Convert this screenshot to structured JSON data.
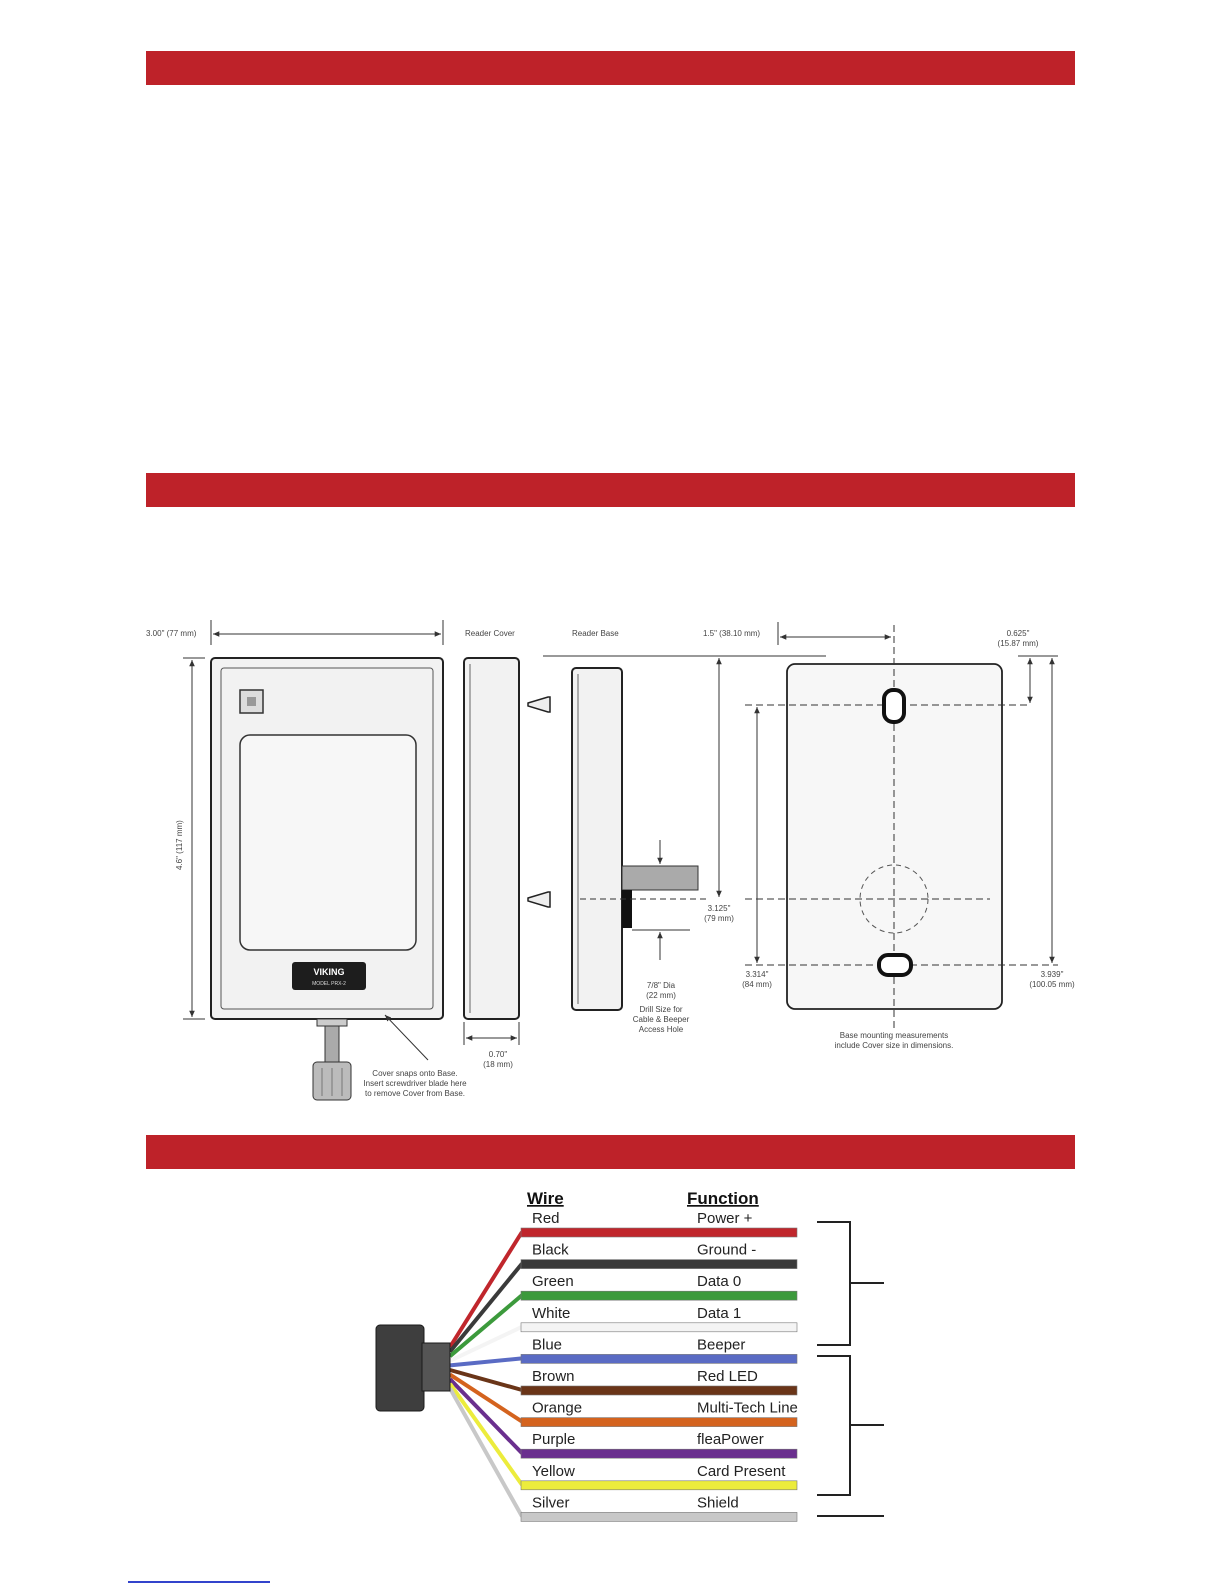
{
  "colors": {
    "header_bar": "#be2229"
  },
  "section_headers": [
    "",
    "",
    ""
  ],
  "dimensions": {
    "width_cover": "3.00\" (77 mm)",
    "height_cover": "4.6\" (117 mm)",
    "reader_cover": "Reader Cover",
    "reader_base": "Reader Base",
    "depth_line1": "0.70\"",
    "depth_line2": "(18 mm)",
    "cover_note_line1": "Cover snaps onto Base.",
    "cover_note_line2": "Insert screwdriver blade here",
    "cover_note_line3": "to remove Cover from Base.",
    "hole_line1": "7/8\" Dia",
    "hole_line2": "(22 mm)",
    "hole_line3": "Drill Size for",
    "hole_line4": "Cable & Beeper",
    "hole_line5": "Access Hole",
    "base_offset": "1.5\" (38.10 mm)",
    "v3125_line1": "3.125\"",
    "v3125_line2": "(79 mm)",
    "top_offset_line1": "0.625\"",
    "top_offset_line2": "(15.87 mm)",
    "v3314_line1": "3.314\"",
    "v3314_line2": "(84 mm)",
    "v3939_line1": "3.939\"",
    "v3939_line2": "(100.05 mm)",
    "base_note_line1": "Base mounting measurements",
    "base_note_line2": "include Cover size in dimensions.",
    "logo_text": "VIKING",
    "logo_model": "MODEL PRX-2"
  },
  "wiring": {
    "wire_header": "Wire",
    "function_header": "Function",
    "rows": [
      {
        "wire": "Red",
        "function": "Power +",
        "color": "#c0262c"
      },
      {
        "wire": "Black",
        "function": "Ground -",
        "color": "#3a3a3a"
      },
      {
        "wire": "Green",
        "function": "Data 0",
        "color": "#3c9a3c"
      },
      {
        "wire": "White",
        "function": "Data 1",
        "color": "#f4f4f4"
      },
      {
        "wire": "Blue",
        "function": "Beeper",
        "color": "#5a6bc4"
      },
      {
        "wire": "Brown",
        "function": "Red LED",
        "color": "#6a3518"
      },
      {
        "wire": "Orange",
        "function": "Multi-Tech Line",
        "color": "#d4631e"
      },
      {
        "wire": "Purple",
        "function": "fleaPower",
        "color": "#6a2f8e"
      },
      {
        "wire": "Yellow",
        "function": "Card Present",
        "color": "#ecec3c"
      },
      {
        "wire": "Silver",
        "function": "Shield",
        "color": "#c8c8c8"
      }
    ]
  }
}
